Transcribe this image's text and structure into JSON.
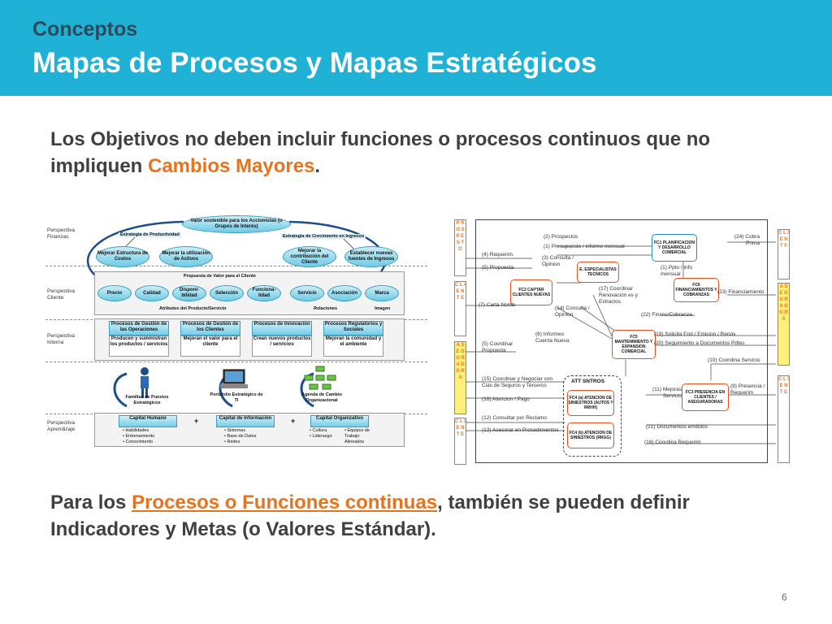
{
  "header": {
    "subtitle": "Conceptos",
    "title": "Mapas de Procesos y Mapas Estratégicos"
  },
  "p1": {
    "part1": "Los Objetivos no deben incluir funciones o procesos continuos que no impliquen ",
    "highlight": "Cambios Mayores",
    "part2": "."
  },
  "p2": {
    "part1": "Para los ",
    "highlight": "Procesos o Funciones continuas",
    "part2": ", también se pueden definir Indicadores y Metas (o Valores  Estándar)."
  },
  "page_number": "6",
  "colors": {
    "header": "#1fb1d6",
    "accent": "#e8731c",
    "text": "#404040"
  },
  "strategy_map": {
    "perspectives": [
      "Perspectiva Finanzas",
      "Perspectiva Cliente",
      "Perspectiva Interna",
      "Perspectiva Aprendizaje"
    ],
    "top_goal": "Valor sostenible para los Accionistas (o Grupos de Interés)",
    "strategy_productivity": "Estrategia de Productividad",
    "strategy_growth": "Estrategia de Crecimiento en Ingresos",
    "finance_ovals": [
      "Mejorar Estructura de Costos",
      "Mejorar la utilización de Activos",
      "Mejorar la contribución del Cliente",
      "Establecer nuevas fuentes de Ingresos"
    ],
    "value_prop": "Propuesta de Valor para el Cliente",
    "attributes": [
      "Precio",
      "Calidad",
      "Disponi- bilidad",
      "Selección",
      "Funciona- lidad",
      "Servicio",
      "Asociación",
      "Marca"
    ],
    "attr_labels": [
      "Atributos del Producto/Servicio",
      "Relaciones",
      "Imagen"
    ],
    "processes": [
      {
        "title": "Procesos de Gestión de las Operaciones",
        "desc": "Producen y suministran los productos / servicios"
      },
      {
        "title": "Procesos de Gestión de los Clientes",
        "desc": "Mejoran el valor para el cliente"
      },
      {
        "title": "Procesos de Innovación",
        "desc": "Crean nuevos productos / servicios"
      },
      {
        "title": "Procesos Regulatorios y Sociales",
        "desc": "Mejoran la comunidad y el ambiente"
      }
    ],
    "learning_labels": [
      "Familias de Puestos Estratégicos",
      "Portafolio Estratégico de TI",
      "Agenda de Cambio Organizacional"
    ],
    "capitals": [
      {
        "title": "Capital Humano",
        "items": [
          "Habilidades",
          "Entrenamiento",
          "Conocimiento"
        ]
      },
      {
        "title": "Capital de Información",
        "items": [
          "Sistemas",
          "Base de Datos",
          "Redes"
        ]
      },
      {
        "title": "Capital Organizativo",
        "items": [
          "Cultura",
          "Liderazgo",
          "Equipos de Trabajo Alineados"
        ]
      }
    ],
    "plus": "+"
  },
  "process_map": {
    "side_left": [
      "P R O S P E S T O",
      "C L I E N T E",
      "A S E G U R A D O R A",
      "C L I E N T E"
    ],
    "side_right": [
      "C L I E N T F",
      "A S E G U R A D O R A",
      "C L I E N T E"
    ],
    "boxes": {
      "fc1": "FC1 PLANIFICACION Y DESARROLLO COMERCIAL",
      "fc2": "FC2 CAPTAR CLIENTES NUEVAS",
      "esp": "E. ESPECIALISTAS TECNICOS",
      "fc6": "FC6 FINANCIAMIENTOS Y COBRANZAS",
      "fc5": "FC5 MANTENIMIENTO Y EXPANSION COMERCIAL",
      "fc3": "FC3 PRESENCIA EN CLIENTES / ASEGURADORAS",
      "att": "ATT SNTROS",
      "fc4a": "FC4 (a) ATENCION DE SINIESTROS (AUTOS Y RRHH)",
      "fc4b": "FC4 (b) ATENCION DE SINIESTROS (RRGG)"
    },
    "labels": [
      "(2) Prospectos",
      "(1) Presupuesto / informe mensual",
      "(24) Cobra Prima",
      "(4) Requerim.",
      "(3) Consulta / Opinion",
      "(5) Propuesta",
      "(1) Ppto / info mensual",
      "(7) Carta Nomb",
      "(17) Coordinar Renovación es y Extractos",
      "(23) Financiamiento",
      "(14) Consulta / Opinion",
      "(22) Financ/Cobranza",
      "(6) Informes Cuenta Nueva",
      "(5) Coordinar Propuesta",
      "(19) Solicita End / Emision / Renov",
      "(20) Seguimiento a Documentos Pdtes",
      "(10) Coordina Servicio",
      "(15) Coordinar y Negociar con Cias de Seguros y Terceros",
      "(11) Mejoras Servicio",
      "(9) Presencia / Requerim",
      "(16) Atencion / Pago",
      "(12) Consultar por Reclamo",
      "(21) Documentos emitidos",
      "(13) Asesorar en Procedimientos",
      "(18) Coordina Requerim"
    ]
  }
}
